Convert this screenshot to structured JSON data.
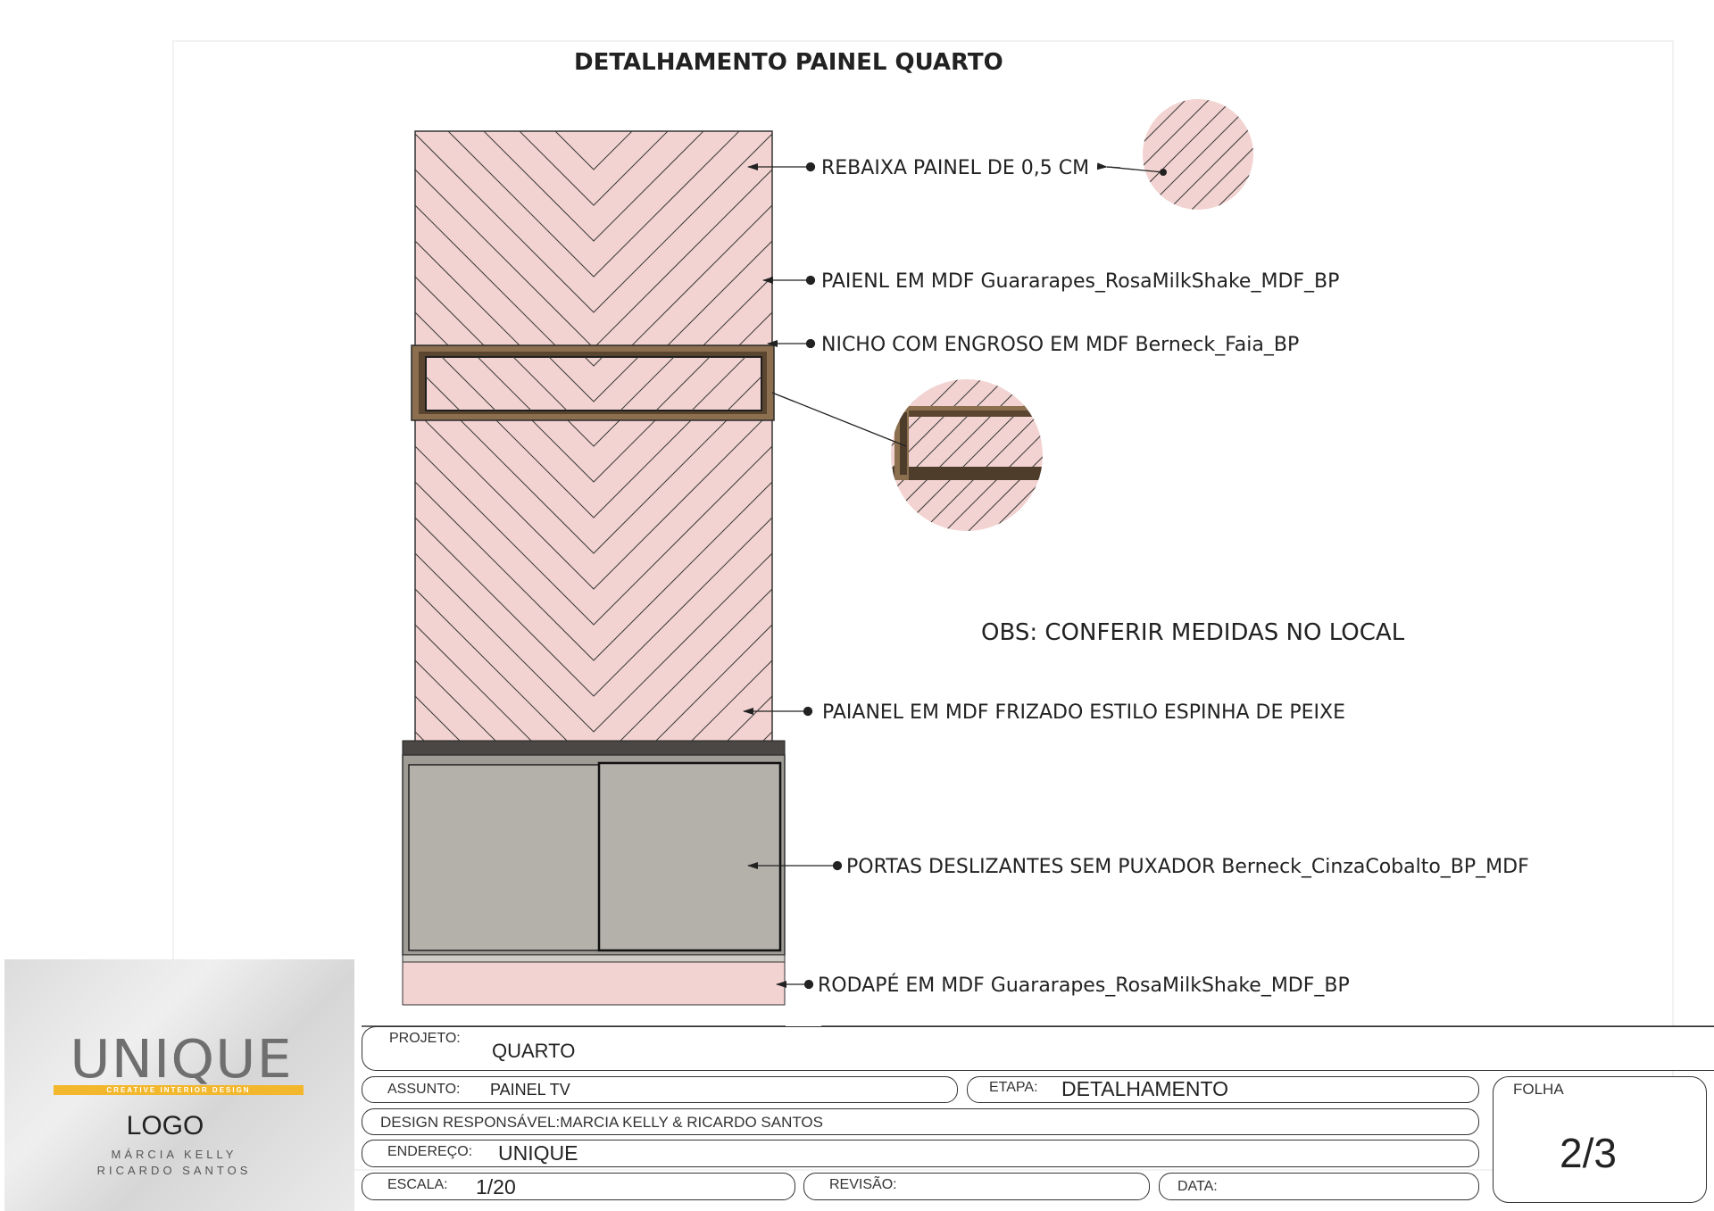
{
  "drawing": {
    "title": "DETALHAMENTO PAINEL QUARTO",
    "observation": "OBS: CONFERIR MEDIDAS NO LOCAL",
    "callouts": [
      "REBAIXA PAINEL DE 0,5 CM",
      "PAIENL EM MDF Guararapes_RosaMilkShake_MDF_BP",
      "NICHO COM ENGROSO EM MDF Berneck_Faia_BP",
      "PAIANEL EM MDF FRIZADO ESTILO ESPINHA DE PEIXE",
      "PORTAS DESLIZANTES SEM PUXADOR Berneck_CinzaCobalto_BP_MDF",
      "RODAPÉ EM MDF Guararapes_RosaMilkShake_MDF_BP"
    ],
    "colors": {
      "panel_pink": "#f2d3d1",
      "niche_wood": "#8b6f4e",
      "door_gray": "#b4b1aa",
      "cabinet_top": "#4a4744"
    }
  },
  "logo": {
    "wordmark": "UNIQUE",
    "tagline": "CREATIVE INTERIOR DESIGN",
    "label": "LOGO",
    "names": [
      "MÁRCIA KELLY",
      "RICARDO SANTOS"
    ]
  },
  "title_block": {
    "projeto": {
      "label": "PROJETO:",
      "value": "QUARTO"
    },
    "assunto": {
      "label": "ASSUNTO:",
      "value": "PAINEL TV"
    },
    "etapa": {
      "label": "ETAPA:",
      "value": "DETALHAMENTO"
    },
    "design": {
      "label": "DESIGN RESPONSÁVEL:MARCIA KELLY & RICARDO SANTOS"
    },
    "endereco": {
      "label": "ENDEREÇO:",
      "value": "UNIQUE"
    },
    "escala": {
      "label": "ESCALA:",
      "value": "1/20"
    },
    "revisao": {
      "label": "REVISÃO:",
      "value": ""
    },
    "data": {
      "label": "DATA:",
      "value": ""
    },
    "folha": {
      "label": "FOLHA",
      "value": "2/3"
    }
  }
}
